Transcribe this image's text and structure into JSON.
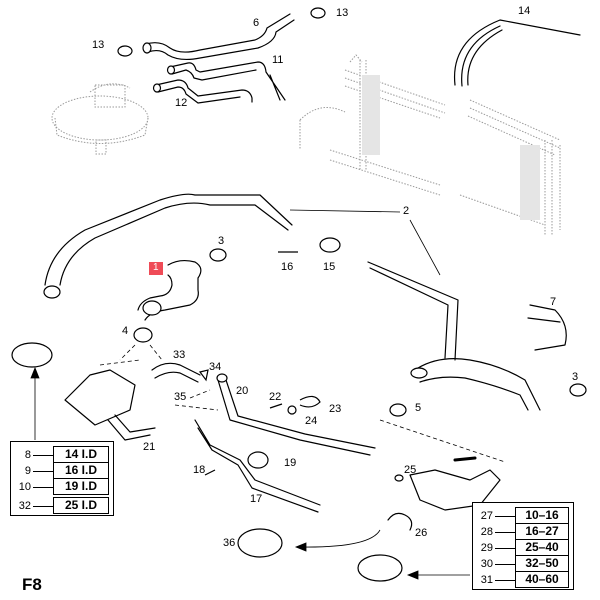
{
  "figure": {
    "reference": "F8",
    "highlight_color": "#ef4b57"
  },
  "callouts": [
    {
      "id": "c1",
      "text": "1",
      "highlighted": true
    },
    {
      "id": "c2",
      "text": "2"
    },
    {
      "id": "c3a",
      "text": "3"
    },
    {
      "id": "c3b",
      "text": "3"
    },
    {
      "id": "c4",
      "text": "4"
    },
    {
      "id": "c5",
      "text": "5"
    },
    {
      "id": "c6",
      "text": "6"
    },
    {
      "id": "c7",
      "text": "7"
    },
    {
      "id": "c11",
      "text": "11"
    },
    {
      "id": "c12",
      "text": "12"
    },
    {
      "id": "c13a",
      "text": "13"
    },
    {
      "id": "c13b",
      "text": "13"
    },
    {
      "id": "c14",
      "text": "14"
    },
    {
      "id": "c15",
      "text": "15"
    },
    {
      "id": "c16",
      "text": "16"
    },
    {
      "id": "c17",
      "text": "17"
    },
    {
      "id": "c18",
      "text": "18"
    },
    {
      "id": "c19",
      "text": "19"
    },
    {
      "id": "c20",
      "text": "20"
    },
    {
      "id": "c21",
      "text": "21"
    },
    {
      "id": "c22",
      "text": "22"
    },
    {
      "id": "c23",
      "text": "23"
    },
    {
      "id": "c24",
      "text": "24"
    },
    {
      "id": "c25",
      "text": "25"
    },
    {
      "id": "c26",
      "text": "26"
    },
    {
      "id": "c33",
      "text": "33"
    },
    {
      "id": "c34",
      "text": "34"
    },
    {
      "id": "c35",
      "text": "35"
    },
    {
      "id": "c36",
      "text": "36"
    }
  ],
  "clamp_table_id": {
    "rows": [
      {
        "part": "8",
        "size": "14 I.D"
      },
      {
        "part": "9",
        "size": "16 I.D"
      },
      {
        "part": "10",
        "size": "19 I.D"
      },
      {
        "part": "32",
        "size": "25 I.D"
      }
    ]
  },
  "clamp_table_range": {
    "rows": [
      {
        "part": "27",
        "size": "10–16"
      },
      {
        "part": "28",
        "size": "16–27"
      },
      {
        "part": "29",
        "size": "25–40"
      },
      {
        "part": "30",
        "size": "32–50"
      },
      {
        "part": "31",
        "size": "40–60"
      }
    ]
  }
}
